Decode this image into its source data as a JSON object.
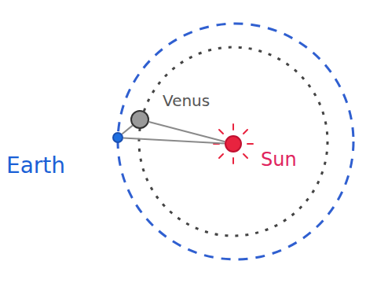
{
  "diagram": {
    "nodes": [
      {
        "text": [
          "Earth"
        ]
      },
      {
        "text": [
          "Venus"
        ]
      },
      {
        "text": [
          "Sun"
        ]
      }
    ],
    "edges": [
      {
        "from": 0,
        "to": 1,
        "arrow": "none"
      },
      {
        "from": 1,
        "to": 2,
        "arrow": "none"
      },
      {
        "from": 0,
        "to": 2,
        "arrow": "none"
      }
    ]
  }
}
